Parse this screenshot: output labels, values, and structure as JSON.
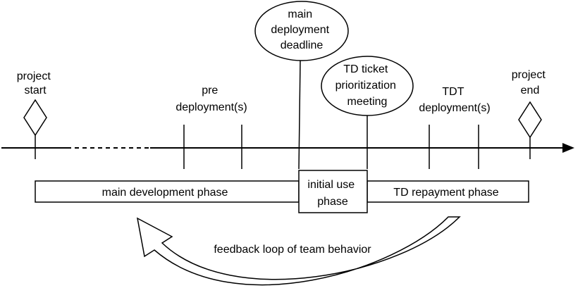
{
  "milestones": {
    "project_start": [
      "project",
      "start"
    ],
    "project_end": [
      "project",
      "end"
    ],
    "pre_deployments": [
      "pre",
      "deployment(s)"
    ],
    "tdt_deployments": [
      "TDT",
      "deployment(s)"
    ]
  },
  "callouts": {
    "main_deadline": [
      "main",
      "deployment",
      "deadline"
    ],
    "td_meeting": [
      "TD ticket",
      "prioritization",
      "meeting"
    ]
  },
  "phases": {
    "main_development": "main development phase",
    "initial_use": [
      "initial use",
      "phase"
    ],
    "td_repayment": "TD repayment phase"
  },
  "feedback_loop": "feedback loop of team behavior"
}
